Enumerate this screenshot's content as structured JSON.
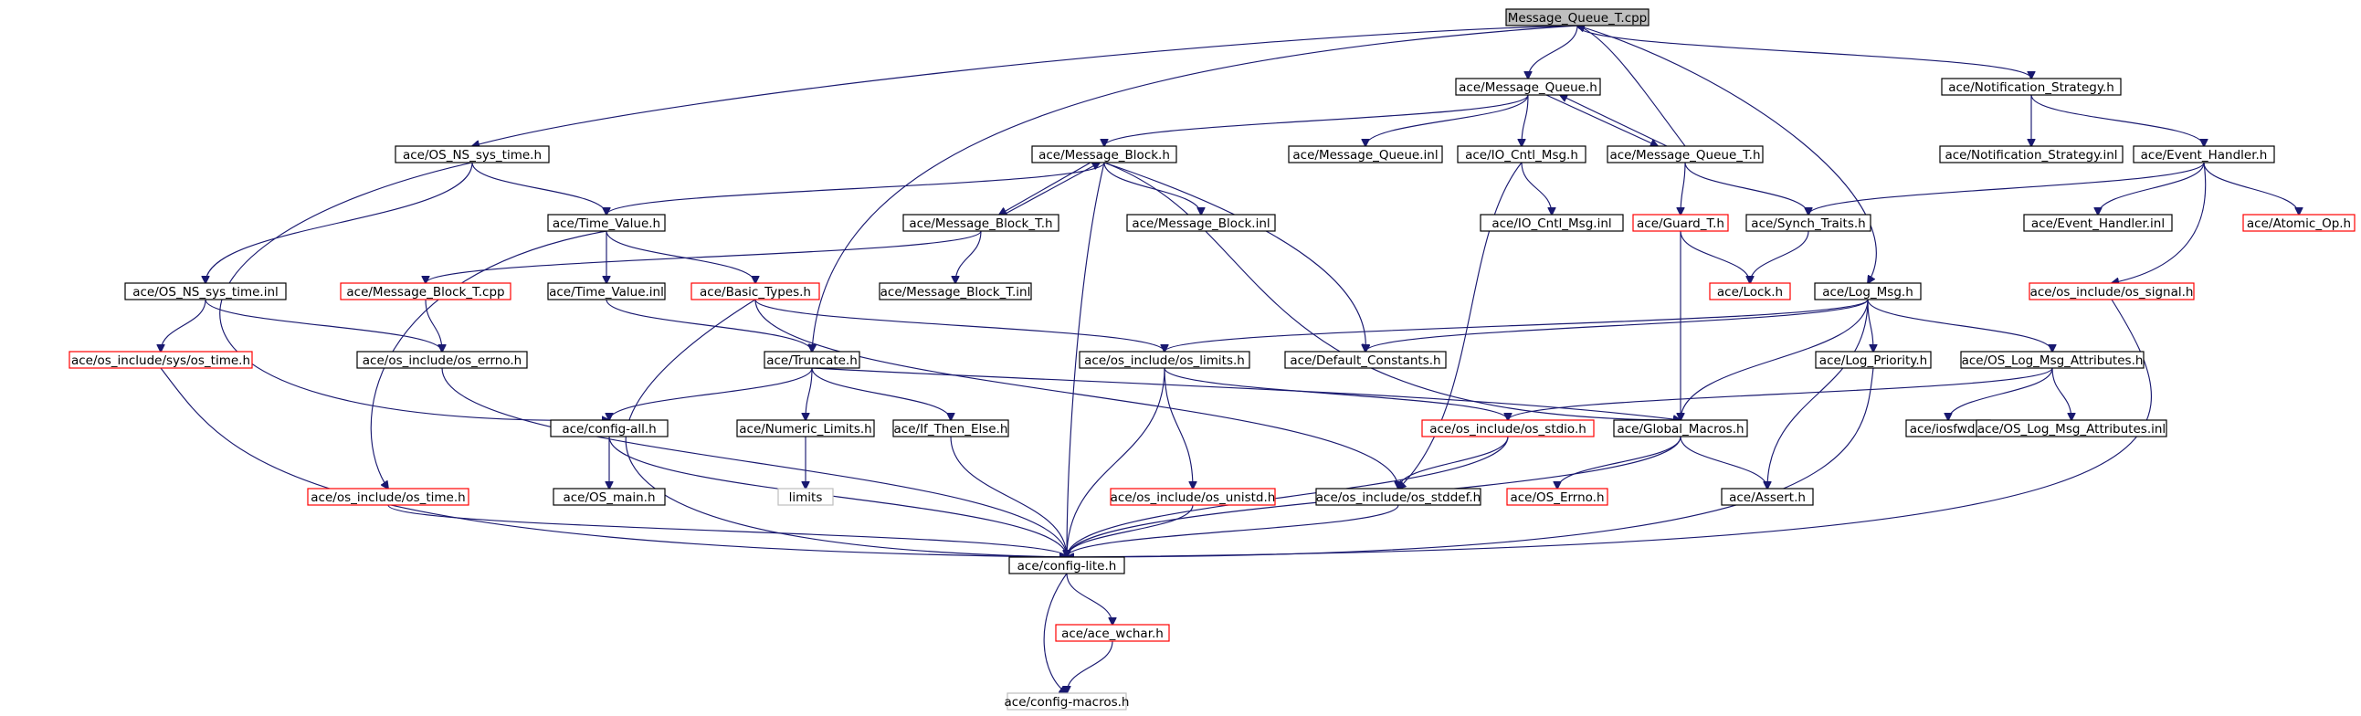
{
  "diagram": {
    "colors": {
      "edge": "#191970",
      "border_default": "#000000",
      "border_missing": "#ff0000",
      "border_external": "#bfbfbf",
      "root_fill": "#bfbfbf",
      "fill": "#ffffff"
    },
    "nodes": [
      {
        "id": "root",
        "label": "Message_Queue_T.cpp",
        "style": "root"
      },
      {
        "id": "mq_h",
        "label": "ace/Message_Queue.h",
        "style": "default"
      },
      {
        "id": "ns_h",
        "label": "ace/Notification_Strategy.h",
        "style": "default"
      },
      {
        "id": "os_ns_sys_time_h",
        "label": "ace/OS_NS_sys_time.h",
        "style": "default"
      },
      {
        "id": "mb_h",
        "label": "ace/Message_Block.h",
        "style": "default"
      },
      {
        "id": "mq_inl",
        "label": "ace/Message_Queue.inl",
        "style": "default"
      },
      {
        "id": "io_cntl_h",
        "label": "ace/IO_Cntl_Msg.h",
        "style": "default"
      },
      {
        "id": "mqt_h",
        "label": "ace/Message_Queue_T.h",
        "style": "default"
      },
      {
        "id": "ns_inl",
        "label": "ace/Notification_Strategy.inl",
        "style": "default"
      },
      {
        "id": "eh_h",
        "label": "ace/Event_Handler.h",
        "style": "default"
      },
      {
        "id": "tv_h",
        "label": "ace/Time_Value.h",
        "style": "default"
      },
      {
        "id": "mbt_h",
        "label": "ace/Message_Block_T.h",
        "style": "default"
      },
      {
        "id": "mb_inl",
        "label": "ace/Message_Block.inl",
        "style": "default"
      },
      {
        "id": "io_cntl_inl",
        "label": "ace/IO_Cntl_Msg.inl",
        "style": "default"
      },
      {
        "id": "guard_h",
        "label": "ace/Guard_T.h",
        "style": "missing"
      },
      {
        "id": "synch_h",
        "label": "ace/Synch_Traits.h",
        "style": "default"
      },
      {
        "id": "eh_inl",
        "label": "ace/Event_Handler.inl",
        "style": "default"
      },
      {
        "id": "atomic_h",
        "label": "ace/Atomic_Op.h",
        "style": "missing"
      },
      {
        "id": "os_ns_sys_time_inl",
        "label": "ace/OS_NS_sys_time.inl",
        "style": "default"
      },
      {
        "id": "mbt_cpp",
        "label": "ace/Message_Block_T.cpp",
        "style": "missing"
      },
      {
        "id": "tv_inl",
        "label": "ace/Time_Value.inl",
        "style": "default"
      },
      {
        "id": "basic_types_h",
        "label": "ace/Basic_Types.h",
        "style": "missing"
      },
      {
        "id": "mbt_inl",
        "label": "ace/Message_Block_T.inl",
        "style": "default"
      },
      {
        "id": "lock_h",
        "label": "ace/Lock.h",
        "style": "missing"
      },
      {
        "id": "log_msg_h",
        "label": "ace/Log_Msg.h",
        "style": "default"
      },
      {
        "id": "os_signal_h",
        "label": "ace/os_include/os_signal.h",
        "style": "missing"
      },
      {
        "id": "sys_os_time_h",
        "label": "ace/os_include/sys/os_time.h",
        "style": "missing"
      },
      {
        "id": "os_errno_h",
        "label": "ace/os_include/os_errno.h",
        "style": "default"
      },
      {
        "id": "truncate_h",
        "label": "ace/Truncate.h",
        "style": "default"
      },
      {
        "id": "os_limits_h",
        "label": "ace/os_include/os_limits.h",
        "style": "default"
      },
      {
        "id": "default_constants_h",
        "label": "ace/Default_Constants.h",
        "style": "default"
      },
      {
        "id": "log_priority_h",
        "label": "ace/Log_Priority.h",
        "style": "default"
      },
      {
        "id": "os_log_msg_attr_h",
        "label": "ace/OS_Log_Msg_Attributes.h",
        "style": "default"
      },
      {
        "id": "config_all_h",
        "label": "ace/config-all.h",
        "style": "default"
      },
      {
        "id": "numeric_limits_h",
        "label": "ace/Numeric_Limits.h",
        "style": "default"
      },
      {
        "id": "if_then_else_h",
        "label": "ace/If_Then_Else.h",
        "style": "default"
      },
      {
        "id": "os_stdio_h",
        "label": "ace/os_include/os_stdio.h",
        "style": "missing"
      },
      {
        "id": "global_macros_h",
        "label": "ace/Global_Macros.h",
        "style": "default"
      },
      {
        "id": "iosfwd_h",
        "label": "ace/iosfwd.h",
        "style": "default"
      },
      {
        "id": "os_log_msg_attr_inl",
        "label": "ace/OS_Log_Msg_Attributes.inl",
        "style": "default"
      },
      {
        "id": "limits",
        "label": "limits",
        "style": "external"
      },
      {
        "id": "os_main_h",
        "label": "ace/OS_main.h",
        "style": "default"
      },
      {
        "id": "os_time_h",
        "label": "ace/os_include/os_time.h",
        "style": "missing"
      },
      {
        "id": "os_unistd_h",
        "label": "ace/os_include/os_unistd.h",
        "style": "missing"
      },
      {
        "id": "os_stddef_h",
        "label": "ace/os_include/os_stddef.h",
        "style": "default"
      },
      {
        "id": "os_errno_ace_h",
        "label": "ace/OS_Errno.h",
        "style": "missing"
      },
      {
        "id": "assert_h",
        "label": "ace/Assert.h",
        "style": "default"
      },
      {
        "id": "config_lite_h",
        "label": "ace/config-lite.h",
        "style": "default"
      },
      {
        "id": "ace_wchar_h",
        "label": "ace/ace_wchar.h",
        "style": "missing"
      },
      {
        "id": "config_macros_h",
        "label": "ace/config-macros.h",
        "style": "external"
      }
    ],
    "edges": [
      [
        "root",
        "mq_h"
      ],
      [
        "root",
        "ns_h"
      ],
      [
        "root",
        "os_ns_sys_time_h"
      ],
      [
        "root",
        "truncate_h"
      ],
      [
        "root",
        "log_msg_h"
      ],
      [
        "mq_h",
        "mb_h"
      ],
      [
        "mq_h",
        "mq_inl"
      ],
      [
        "mq_h",
        "io_cntl_h"
      ],
      [
        "mq_h",
        "mqt_h"
      ],
      [
        "mqt_h",
        "mq_h"
      ],
      [
        "mqt_h",
        "root"
      ],
      [
        "mqt_h",
        "guard_h"
      ],
      [
        "mqt_h",
        "synch_h"
      ],
      [
        "ns_h",
        "ns_inl"
      ],
      [
        "ns_h",
        "eh_h"
      ],
      [
        "eh_h",
        "eh_inl"
      ],
      [
        "eh_h",
        "atomic_h"
      ],
      [
        "eh_h",
        "os_signal_h"
      ],
      [
        "eh_h",
        "synch_h"
      ],
      [
        "os_ns_sys_time_h",
        "tv_h"
      ],
      [
        "os_ns_sys_time_h",
        "os_ns_sys_time_inl"
      ],
      [
        "os_ns_sys_time_h",
        "config_all_h"
      ],
      [
        "os_ns_sys_time_inl",
        "sys_os_time_h"
      ],
      [
        "os_ns_sys_time_inl",
        "os_errno_h"
      ],
      [
        "mb_h",
        "tv_h"
      ],
      [
        "mb_h",
        "mbt_h"
      ],
      [
        "mb_h",
        "mb_inl"
      ],
      [
        "mb_h",
        "default_constants_h"
      ],
      [
        "mb_h",
        "global_macros_h"
      ],
      [
        "mb_h",
        "config_lite_h"
      ],
      [
        "mbt_h",
        "mb_h"
      ],
      [
        "mbt_h",
        "mbt_inl"
      ],
      [
        "mbt_h",
        "mbt_cpp"
      ],
      [
        "mbt_cpp",
        "os_errno_h"
      ],
      [
        "tv_h",
        "tv_inl"
      ],
      [
        "tv_h",
        "basic_types_h"
      ],
      [
        "tv_h",
        "os_time_h"
      ],
      [
        "tv_inl",
        "truncate_h"
      ],
      [
        "basic_types_h",
        "os_limits_h"
      ],
      [
        "basic_types_h",
        "os_stddef_h"
      ],
      [
        "basic_types_h",
        "config_lite_h"
      ],
      [
        "io_cntl_h",
        "io_cntl_inl"
      ],
      [
        "io_cntl_h",
        "os_stddef_h"
      ],
      [
        "guard_h",
        "lock_h"
      ],
      [
        "guard_h",
        "global_macros_h"
      ],
      [
        "synch_h",
        "lock_h"
      ],
      [
        "log_msg_h",
        "default_constants_h"
      ],
      [
        "log_msg_h",
        "log_priority_h"
      ],
      [
        "log_msg_h",
        "os_log_msg_attr_h"
      ],
      [
        "log_msg_h",
        "os_limits_h"
      ],
      [
        "log_msg_h",
        "global_macros_h"
      ],
      [
        "log_msg_h",
        "assert_h"
      ],
      [
        "log_priority_h",
        "config_lite_h"
      ],
      [
        "os_log_msg_attr_h",
        "iosfwd_h"
      ],
      [
        "os_log_msg_attr_h",
        "os_log_msg_attr_inl"
      ],
      [
        "os_log_msg_attr_h",
        "os_stdio_h"
      ],
      [
        "truncate_h",
        "config_all_h"
      ],
      [
        "truncate_h",
        "numeric_limits_h"
      ],
      [
        "truncate_h",
        "if_then_else_h"
      ],
      [
        "truncate_h",
        "global_macros_h"
      ],
      [
        "numeric_limits_h",
        "limits"
      ],
      [
        "if_then_else_h",
        "config_lite_h"
      ],
      [
        "os_limits_h",
        "os_unistd_h"
      ],
      [
        "os_limits_h",
        "os_stdio_h"
      ],
      [
        "os_limits_h",
        "config_lite_h"
      ],
      [
        "os_stdio_h",
        "os_stddef_h"
      ],
      [
        "os_stdio_h",
        "config_lite_h"
      ],
      [
        "os_unistd_h",
        "config_lite_h"
      ],
      [
        "os_stddef_h",
        "config_lite_h"
      ],
      [
        "global_macros_h",
        "os_errno_ace_h"
      ],
      [
        "global_macros_h",
        "assert_h"
      ],
      [
        "global_macros_h",
        "config_lite_h"
      ],
      [
        "config_all_h",
        "os_main_h"
      ],
      [
        "config_all_h",
        "config_lite_h"
      ],
      [
        "os_time_h",
        "config_lite_h"
      ],
      [
        "sys_os_time_h",
        "config_lite_h"
      ],
      [
        "os_errno_h",
        "config_lite_h"
      ],
      [
        "os_signal_h",
        "config_lite_h"
      ],
      [
        "config_lite_h",
        "ace_wchar_h"
      ],
      [
        "config_lite_h",
        "config_macros_h"
      ],
      [
        "ace_wchar_h",
        "config_macros_h"
      ]
    ]
  }
}
